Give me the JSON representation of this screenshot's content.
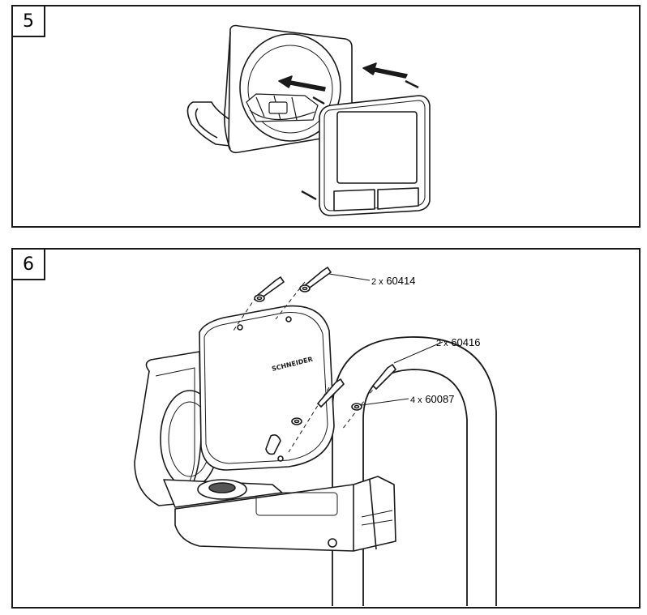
{
  "steps": [
    {
      "number": "5"
    },
    {
      "number": "6",
      "callouts": [
        {
          "qty": "2 x",
          "part": "60414"
        },
        {
          "qty": "2 x",
          "part": "60416"
        },
        {
          "qty": "4 x",
          "part": "60087"
        }
      ]
    }
  ],
  "device": {
    "brand_marking": "SCHNEIDER"
  },
  "colors": {
    "line": "#1a1a1a",
    "shade": "#555555",
    "fill": "#ffffff"
  }
}
